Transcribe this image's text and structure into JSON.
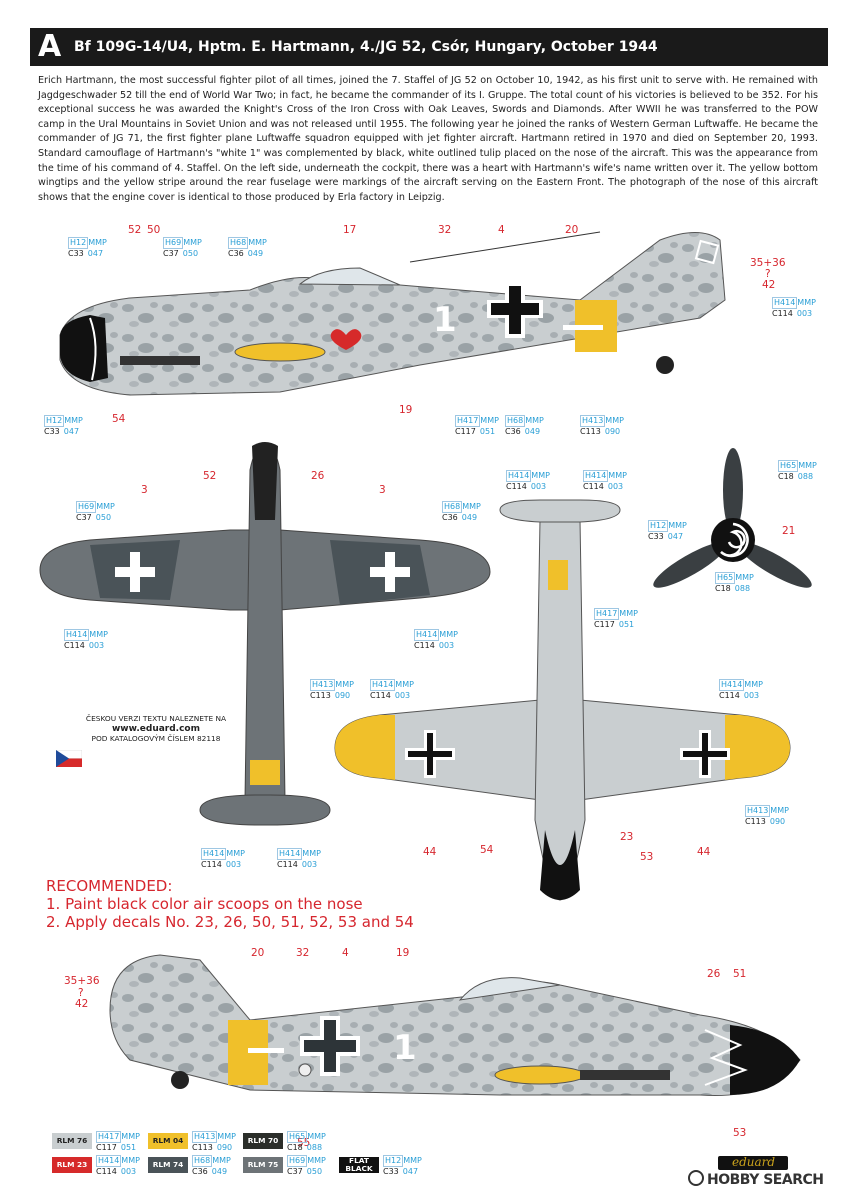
{
  "header": {
    "letter": "A",
    "title": "Bf 109G-14/U4, Hptm. E. Hartmann, 4./JG 52, Csór, Hungary, October 1944"
  },
  "intro": "Erich Hartmann, the most successful fighter pilot of all times, joined the 7. Staffel of JG 52 on October 10, 1942, as his first unit to serve with. He remained with Jagdgeschwader 52 till the end of World War Two; in fact, he became the commander of its I. Gruppe. The total count of his victories is believed to be 352. For his exceptional success he was awarded the Knight's Cross of the Iron Cross with Oak Leaves, Swords and Diamonds. After WWII he was transferred to the POW camp in the Ural Mountains in Soviet Union and was not released until 1955. The following year he joined the ranks of Western German Luftwaffe. He became the commander of JG 71, the first fighter plane Luftwaffe squadron equipped with jet fighter aircraft. Hartmann retired in 1970 and died on September 20, 1993. Standard camouflage of Hartmann's \"white 1\" was complemented by black, white outlined tulip placed on the nose of the aircraft. This was the appearance from the time of his command of 4. Staffel. On the left side, underneath the cockpit, there was a heart with Hartmann's wife's name written over it. The yellow bottom wingtips and the yellow stripe around the rear fuselage were markings of the aircraft serving on the Eastern Front. The photograph of the nose of this aircraft shows that the engine cover is identical to those produced by Erla factory in Leipzig.",
  "colors": {
    "H12": {
      "h": "H12",
      "c": "C33",
      "n": "047",
      "hex": "#1c1c1c"
    },
    "H69": {
      "h": "H69",
      "c": "C37",
      "n": "050",
      "hex": "#4f5456"
    },
    "H68": {
      "h": "H68",
      "c": "C36",
      "n": "049",
      "hex": "#5d666c"
    },
    "H414": {
      "h": "H414",
      "c": "C114",
      "n": "003",
      "hex": "#b6bbbe"
    },
    "H417": {
      "h": "H417",
      "c": "C117",
      "n": "051",
      "hex": "#c9ced0"
    },
    "H413": {
      "h": "H413",
      "c": "C113",
      "n": "090",
      "hex": "#f0c02a"
    },
    "H65": {
      "h": "H65",
      "c": "C18",
      "n": "088",
      "hex": "#2b2b2b"
    }
  },
  "mmp": "MMP",
  "recommended": {
    "title": "RECOMMENDED:",
    "line1": "1. Paint black color air scoops on the nose",
    "line2": "2. Apply decals No. 23, 26, 50, 51, 52, 53 and 54"
  },
  "czech": {
    "line1": "ČESKOU VERZI TEXTU NALEZNETE NA",
    "url": "www.eduard.com",
    "line2": "POD KATALOGOVÝM ČÍSLEM 82118"
  },
  "callouts": {
    "n52": "52",
    "n50": "50",
    "n17": "17",
    "n32": "32",
    "n4": "4",
    "n20": "20",
    "n3536": "35+36",
    "q": "?",
    "n42": "42",
    "n54": "54",
    "n19": "19",
    "n26": "26",
    "n3": "3",
    "n21": "21",
    "n23": "23",
    "n53": "53",
    "n44": "44",
    "n55": "55",
    "n51": "51"
  },
  "fuselage_number": "1",
  "legend": [
    {
      "rlm": "RLM 76",
      "h": "H417",
      "c": "C117",
      "n": "051",
      "bg": "#c9ced0",
      "fg": "#222"
    },
    {
      "rlm": "RLM 04",
      "h": "H413",
      "c": "C113",
      "n": "090",
      "bg": "#f0c02a",
      "fg": "#222"
    },
    {
      "rlm": "RLM 70",
      "h": "H65",
      "c": "C18",
      "n": "088",
      "bg": "#2b2e2a",
      "fg": "#fff"
    },
    {
      "rlm": "RLM 23",
      "h": "H414",
      "c": "C114",
      "n": "003",
      "bg": "#d62a2a",
      "fg": "#fff"
    },
    {
      "rlm": "RLM 74",
      "h": "H68",
      "c": "C36",
      "n": "049",
      "bg": "#4a5358",
      "fg": "#fff"
    },
    {
      "rlm": "RLM 75",
      "h": "H69",
      "c": "C37",
      "n": "050",
      "bg": "#6d7377",
      "fg": "#fff"
    },
    {
      "rlm": "FLAT BLACK",
      "h": "H12",
      "c": "C33",
      "n": "047",
      "bg": "#111",
      "fg": "#fff"
    }
  ],
  "brand": "eduard",
  "watermark": "HOBBY SEARCH"
}
